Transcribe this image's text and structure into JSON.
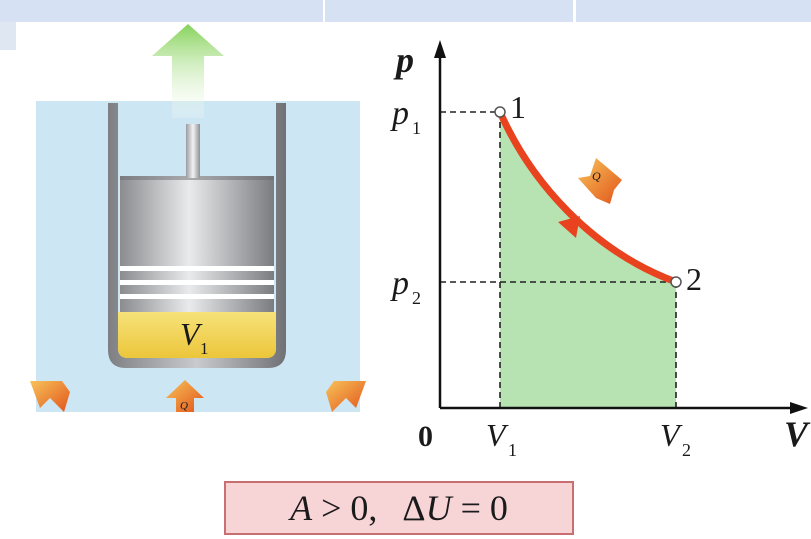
{
  "piston": {
    "volume_label": "V",
    "volume_sub": "1",
    "heat_label": "Q"
  },
  "graph": {
    "y_axis_label": "p",
    "x_axis_label": "V",
    "origin_label": "0",
    "p1_label": "p",
    "p1_sub": "1",
    "p2_label": "p",
    "p2_sub": "2",
    "v1_label": "V",
    "v1_sub": "1",
    "v2_label": "V",
    "v2_sub": "2",
    "point1_label": "1",
    "point2_label": "2",
    "heat_label": "Q"
  },
  "formula": {
    "part1": "A",
    "part2": " > 0,   Δ",
    "part3": "U",
    "part4": " = 0"
  },
  "colors": {
    "bath": "#cde6f3",
    "gas": "#f1d64a",
    "area": "#b7e3b2",
    "curve": "#e8421e",
    "arrow_green": "#8fd46a",
    "heat_arrow": "#f08a2a"
  }
}
